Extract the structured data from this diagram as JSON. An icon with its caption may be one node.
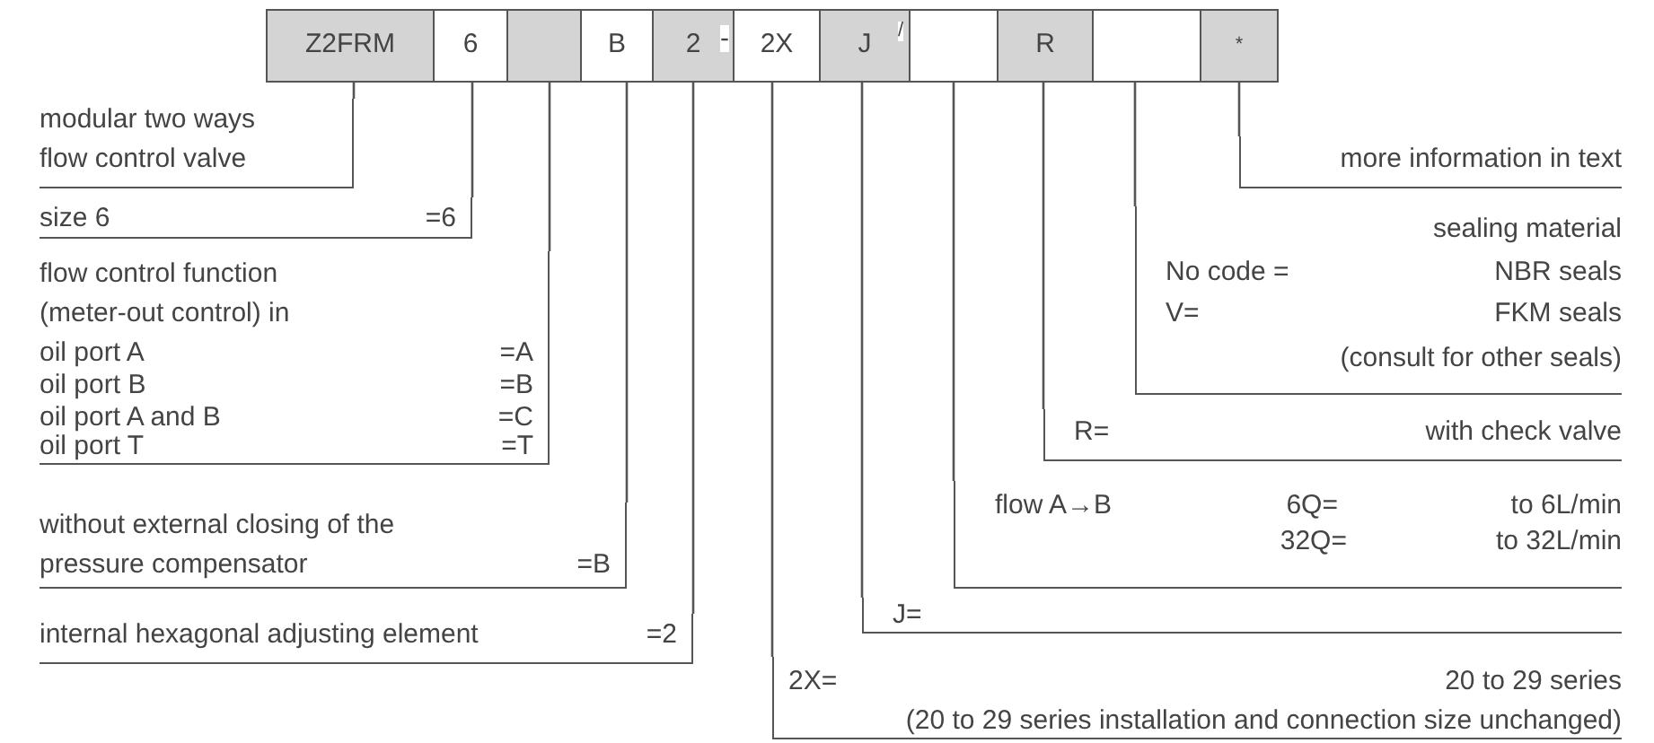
{
  "diagram": {
    "nodes": [
      {
        "text": [
          "Z2FRM"
        ]
      },
      {
        "text": [
          "6"
        ]
      },
      {
        "text": [],
        "shape": "box"
      },
      {
        "text": [
          "B"
        ]
      },
      {
        "text": [
          "2"
        ]
      },
      {
        "text": [
          "2X"
        ]
      },
      {
        "text": [
          "J"
        ]
      },
      {
        "text": [],
        "shape": "box"
      },
      {
        "text": [
          "R"
        ]
      },
      {
        "text": [],
        "shape": "box"
      },
      {
        "text": [
          "*"
        ]
      },
      {
        "text": [
          "modular two ways flow control valve"
        ]
      },
      {
        "text": [
          "size 6",
          "=6"
        ]
      },
      {
        "text": [
          "flow control function (meter-out control) in",
          "oil port A",
          "=A",
          "oil port B",
          "=B",
          "oil port A and B",
          "=C",
          "oil port T",
          "=T"
        ]
      },
      {
        "text": [
          "without external closing of the pressure compensator",
          "=B"
        ]
      },
      {
        "text": [
          "internal hexagonal adjusting element",
          "=2"
        ]
      },
      {
        "text": [
          "more information in text"
        ]
      },
      {
        "text": [
          "sealing material",
          "No code =",
          "NBR seals",
          "V=",
          "FKM seals",
          "(consult for other seals)"
        ]
      },
      {
        "text": [
          "R=",
          "with check valve"
        ]
      },
      {
        "text": [
          "flow A→B",
          "6Q=",
          "to 6L/min",
          "32Q=",
          "to 32L/min"
        ]
      },
      {
        "text": [
          "J="
        ]
      },
      {
        "text": [
          "2X=",
          "20 to 29 series",
          "(20 to 29 series installation and connection size unchanged)"
        ]
      }
    ],
    "edges": [
      {
        "from": 0,
        "to": 11,
        "arrow": "none"
      },
      {
        "from": 1,
        "to": 12,
        "arrow": "none"
      },
      {
        "from": 2,
        "to": 13,
        "arrow": "none"
      },
      {
        "from": 3,
        "to": 14,
        "arrow": "none"
      },
      {
        "from": 4,
        "to": 15,
        "arrow": "none"
      },
      {
        "from": 5,
        "to": 21,
        "arrow": "none"
      },
      {
        "from": 6,
        "to": 20,
        "arrow": "none"
      },
      {
        "from": 7,
        "to": 19,
        "arrow": "none"
      },
      {
        "from": 8,
        "to": 18,
        "arrow": "none"
      },
      {
        "from": 9,
        "to": 17,
        "arrow": "none"
      },
      {
        "from": 10,
        "to": 16,
        "arrow": "none"
      }
    ],
    "labels": [
      "-",
      "/"
    ]
  }
}
